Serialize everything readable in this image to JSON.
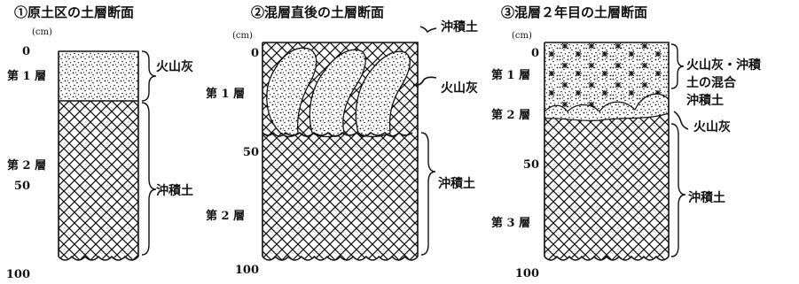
{
  "panels": [
    {
      "title": "①原土区の土層断面",
      "unit": "(cm)",
      "ticks": [
        "0",
        "50",
        "100"
      ],
      "layers": [
        "第 1 層",
        "第 2 層"
      ],
      "labels": [
        "火山灰",
        "沖積土"
      ]
    },
    {
      "title": "②混層直後の土層断面",
      "unit": "(cm)",
      "ticks": [
        "0",
        "50",
        "100"
      ],
      "layers": [
        "第 1 層",
        "第 2 層"
      ],
      "labels": [
        "沖積土",
        "火山灰",
        "沖積土"
      ]
    },
    {
      "title": "③混層２年目の土層断面",
      "unit": "(cm)",
      "ticks": [
        "0",
        "50",
        "100"
      ],
      "layers": [
        "第 1 層",
        "第 2 層",
        "第 3 層"
      ],
      "labels": [
        "火山灰・沖積",
        "土の混合",
        "沖積土",
        "火山灰",
        "沖積土"
      ]
    }
  ]
}
